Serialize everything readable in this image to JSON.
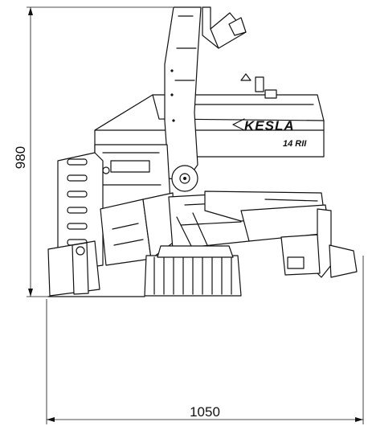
{
  "dimensions": {
    "height_label": "980",
    "width_label": "1050"
  },
  "logo": {
    "brand": "KESLA",
    "model": "14 RII"
  },
  "colors": {
    "line": "#111111",
    "background": "#ffffff"
  }
}
